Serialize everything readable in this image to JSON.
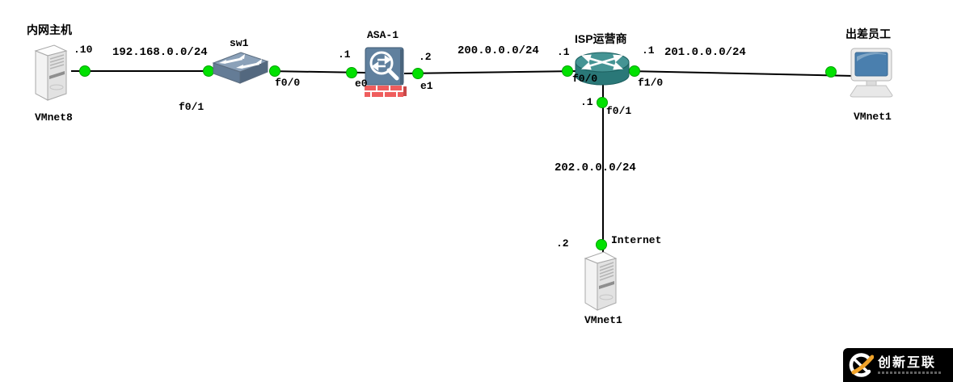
{
  "watermark": {
    "brand": "创新互联"
  },
  "colors": {
    "endpoint_green": "#00e100",
    "link_black": "#000000",
    "switch_blue": "#8ba1b9",
    "firewall_slate": "#60809e",
    "brick_red": "#ef5d5d",
    "router_teal": "#2a7878",
    "screen_blue": "#4a7fae",
    "logo_orange": "#f0a32a",
    "badge_black": "#000000"
  },
  "devices": {
    "internal_host": {
      "type": "server",
      "title": "内网主机",
      "caption": "VMnet8",
      "address": ".10"
    },
    "switch_sw1": {
      "type": "switch",
      "title": "sw1",
      "if_to_host": "f0/1",
      "if_to_asa": "f0/0"
    },
    "asa_firewall": {
      "type": "asa-firewall",
      "title": "ASA-1",
      "inside_address": ".1",
      "inside_if": "e0",
      "outside_address": ".2",
      "outside_if": "e1"
    },
    "isp_router": {
      "type": "router",
      "title": "ISP运营商",
      "f00_address": ".1",
      "f00_if": "f0/0",
      "f10_address": ".1",
      "f10_if": "f1/0",
      "f01_address": ".1",
      "f01_if": "f0/1"
    },
    "remote_laptop": {
      "type": "pc",
      "title": "出差员工",
      "caption": "VMnet1"
    },
    "internet_server": {
      "type": "server",
      "title": "Internet",
      "caption": "VMnet1",
      "address": ".2"
    }
  },
  "networks": {
    "inside_lan": "192.168.0.0/24",
    "asa_to_isp": "200.0.0.0/24",
    "isp_to_laptop": "201.0.0.0/24",
    "isp_to_internet": "202.0.0.0/24"
  }
}
